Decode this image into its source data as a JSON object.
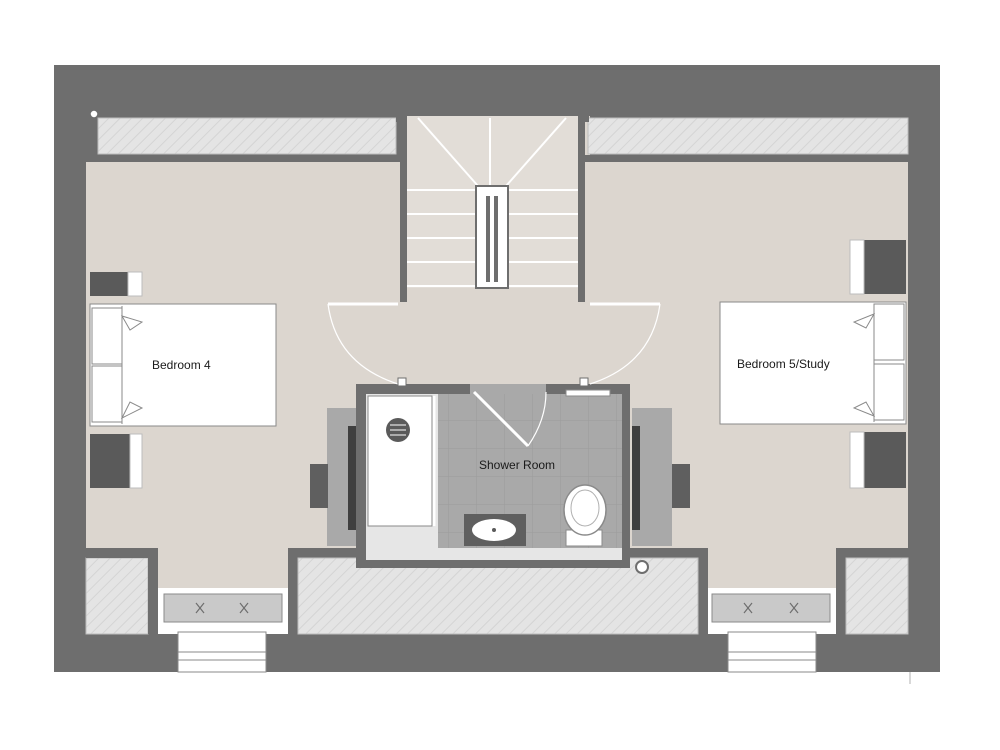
{
  "rooms": {
    "bedroom4": "Bedroom 4",
    "bedroom5": "Bedroom 5/Study",
    "shower": "Shower Room"
  },
  "colors": {
    "wall": "#6e6e6e",
    "floor_carpet": "#dcd6cf",
    "floor_tile": "#a7a7a7",
    "eaves": "#e3e3e3",
    "furniture": "#ffffff",
    "furniture_outline": "#8a8a8a",
    "bedside": "#5a5a5a",
    "background": "#ffffff"
  }
}
